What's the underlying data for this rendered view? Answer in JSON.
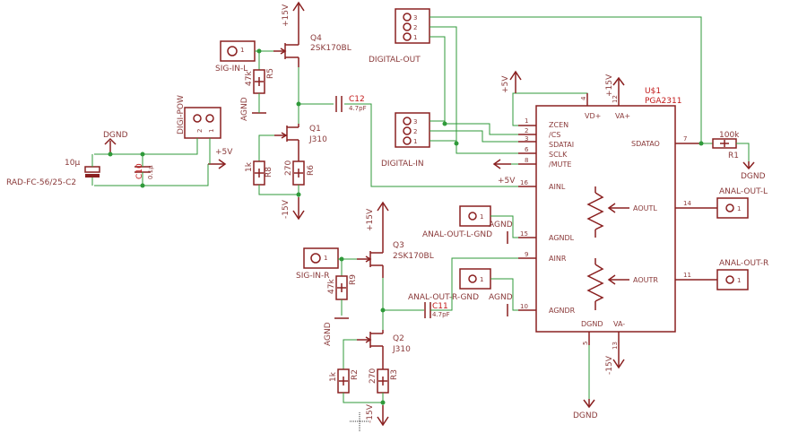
{
  "q4": {
    "name": "Q4",
    "value": "2SK170BL",
    "rail": "+15V"
  },
  "q1": {
    "name": "Q1",
    "value": "J310",
    "rail": "-15V"
  },
  "q3": {
    "name": "Q3",
    "value": "2SK170BL",
    "rail": "+15V"
  },
  "q2": {
    "name": "Q2",
    "value": "J310",
    "rail": "-15V"
  },
  "r5": {
    "name": "R5",
    "value": "47k"
  },
  "r8": {
    "name": "R8",
    "value": "1k"
  },
  "r6": {
    "name": "R6",
    "value": "270"
  },
  "r9": {
    "name": "R9",
    "value": "47k"
  },
  "r2": {
    "name": "R2",
    "value": "1k"
  },
  "r3": {
    "name": "R3",
    "value": "270"
  },
  "r1": {
    "name": "R1",
    "value": "100k"
  },
  "c12": {
    "name": "C12",
    "value": "4.7pF"
  },
  "c11": {
    "name": "C11",
    "value": "4.7pF"
  },
  "c10": {
    "name": "C10",
    "value": "0.1µ"
  },
  "c_elec": {
    "value": "10µ",
    "package": "RAD-FC-56/25-C2"
  },
  "labels": {
    "sig_in_l": "SIG-IN-L",
    "sig_in_r": "SIG-IN-R",
    "digi_pow": "DIGI-POW",
    "digital_out": "DIGITAL-OUT",
    "digital_in": "DIGITAL-IN",
    "dgnd": "DGND",
    "agnd": "AGND",
    "plus5v": "+5V",
    "plus15v": "+15V",
    "minus15v": "-15V",
    "anal_out_l": "ANAL-OUT-L",
    "anal_out_r": "ANAL-OUT-R",
    "anal_out_l_gnd": "ANAL-OUT-L-GND",
    "anal_out_r_gnd": "ANAL-OUT-R-GND"
  },
  "u1": {
    "name": "U$1",
    "value": "PGA2311",
    "pins_left": [
      {
        "num": "1",
        "name": "ZCEN"
      },
      {
        "num": "2",
        "name": "/CS"
      },
      {
        "num": "3",
        "name": "SDATAI"
      },
      {
        "num": "6",
        "name": "SCLK"
      },
      {
        "num": "8",
        "name": "/MUTE"
      },
      {
        "num": "16",
        "name": "AINL"
      },
      {
        "num": "15",
        "name": "AGNDL"
      },
      {
        "num": "9",
        "name": "AINR"
      },
      {
        "num": "10",
        "name": "AGNDR"
      }
    ],
    "pins_right": [
      {
        "num": "7",
        "name": "SDATAO"
      },
      {
        "num": "14",
        "name": "AOUTL"
      },
      {
        "num": "11",
        "name": "AOUTR"
      }
    ],
    "pins_top": [
      {
        "num": "4",
        "name": "VD+"
      },
      {
        "num": "12",
        "name": "VA+"
      }
    ],
    "pins_bottom": [
      {
        "num": "5",
        "name": "DGND"
      },
      {
        "num": "13",
        "name": "VA-"
      }
    ]
  },
  "conn_pins": {
    "one": "1",
    "two": "2",
    "three": "3"
  }
}
